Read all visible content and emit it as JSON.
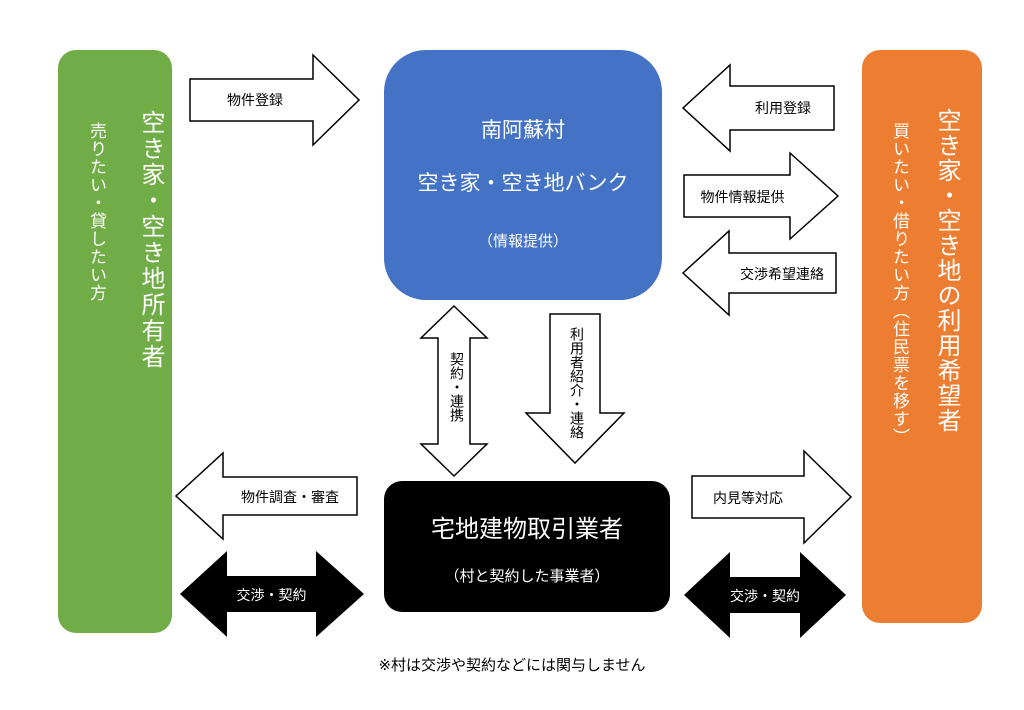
{
  "owner": {
    "title": "空き家・空き地所有者",
    "subtitle": "売りたい・貸したい方",
    "color": "#70ad47"
  },
  "user": {
    "title": "空き家・空き地の利用希望者",
    "subtitle": "買いたい・借りたい方（住民票を移す）",
    "color": "#ed7d31"
  },
  "bank": {
    "name": "南阿蘇村",
    "title": "空き家・空き地バンク",
    "note": "（情報提供）",
    "color": "#4472c4"
  },
  "agent": {
    "name": "宅地建物取引業者",
    "note": "（村と契約した事業者）",
    "color": "#000000"
  },
  "arrows": {
    "property_registration": "物件登録",
    "use_registration": "利用登録",
    "property_info": "物件情報提供",
    "negotiation_request": "交渉希望連絡",
    "contract_cooperation": "契約・連携",
    "user_introduction": "利用者紹介・連絡",
    "property_survey": "物件調査・審査",
    "viewing": "内見等対応",
    "negotiation_left": "交渉・契約",
    "negotiation_right": "交渉・契約"
  },
  "footnote": "※村は交渉や契約などには関与しません"
}
